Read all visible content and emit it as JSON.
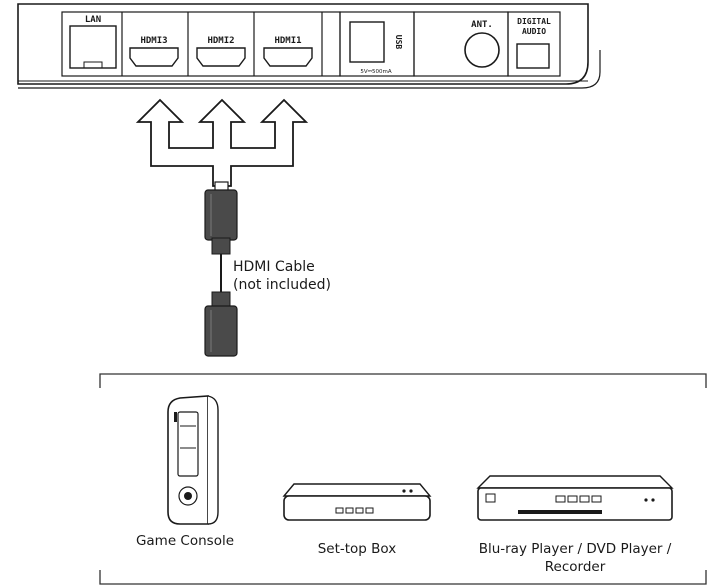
{
  "ports": {
    "lan": "LAN",
    "hdmi3": "HDMI3",
    "hdmi2": "HDMI2",
    "hdmi1": "HDMI1",
    "usb": "USB",
    "usb_rating": "5V⎓500mA",
    "ant": "ANT.",
    "digital_audio_line1": "DIGITAL",
    "digital_audio_line2": "AUDIO"
  },
  "cable": {
    "line1": "HDMI Cable",
    "line2": "(not included)"
  },
  "devices": {
    "game_console": "Game Console",
    "set_top_box": "Set-top Box",
    "bluray_line1": "Blu-ray Player / DVD Player /",
    "bluray_line2": "Recorder"
  },
  "colors": {
    "line": "#1a1a1a",
    "connector": "#4a4a4a",
    "background": "#ffffff"
  }
}
